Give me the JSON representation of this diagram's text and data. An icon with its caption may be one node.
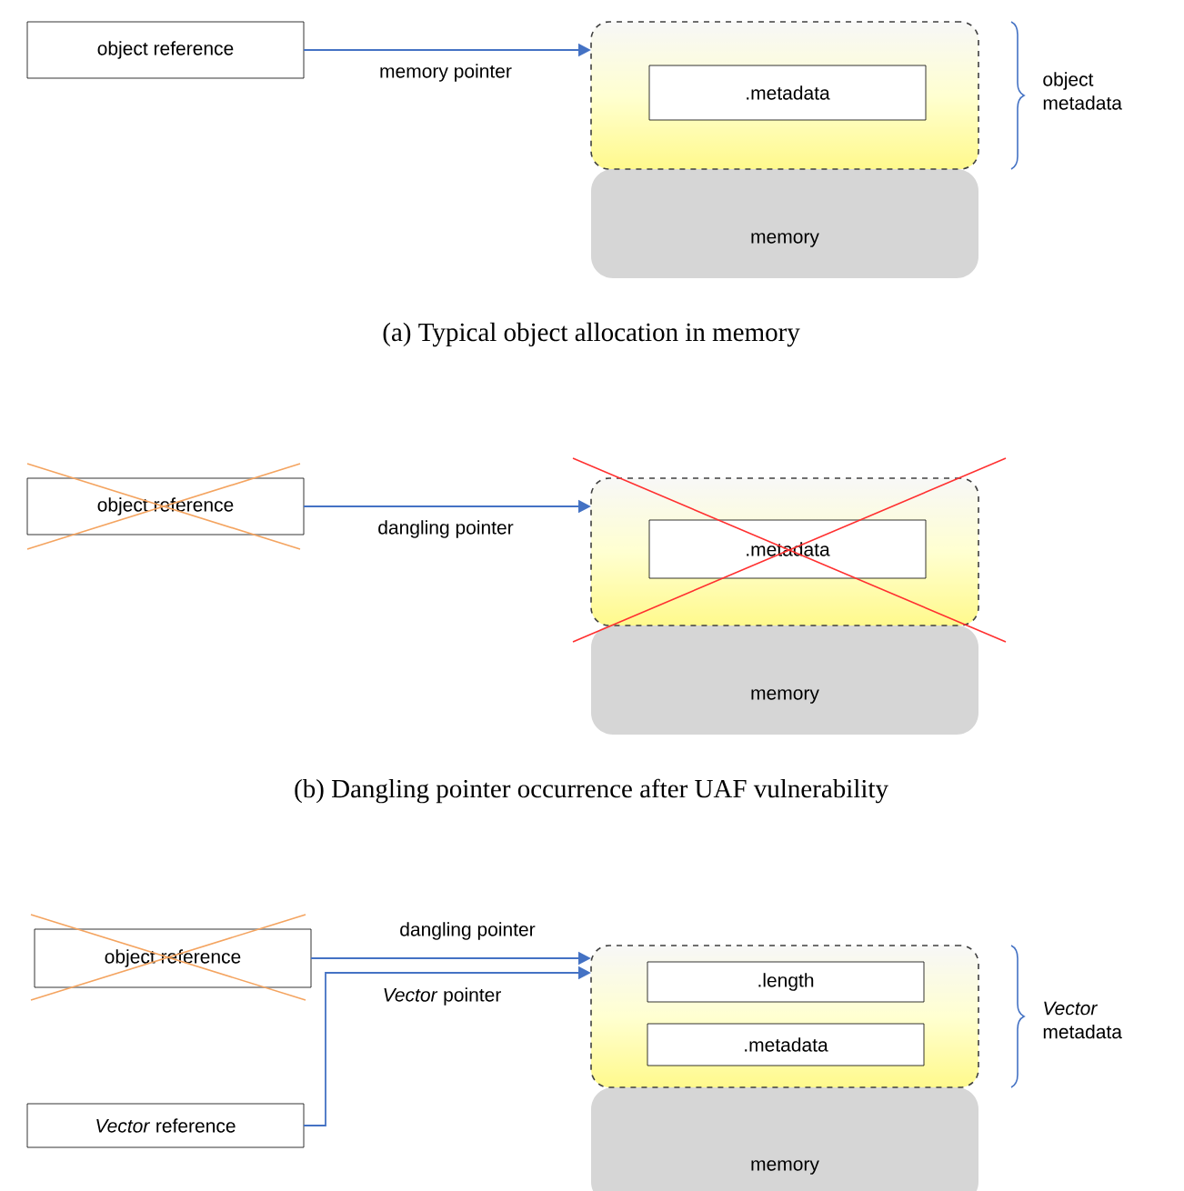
{
  "diagram": {
    "nodes": [
      {
        "text": [
          "object reference"
        ]
      },
      {
        "text": [
          "memory"
        ]
      },
      {
        "text": [],
        "shape": "box"
      },
      {
        "text": [
          ".metadata"
        ],
        "in": 2
      },
      {
        "text": [
          "object reference"
        ]
      },
      {
        "text": [
          "memory"
        ]
      },
      {
        "text": [],
        "shape": "box"
      },
      {
        "text": [
          ".metadata"
        ],
        "in": 6
      },
      {
        "text": [
          "object reference"
        ]
      },
      {
        "text": [
          "*Vector* reference"
        ]
      },
      {
        "text": [
          "memory"
        ]
      },
      {
        "text": [],
        "shape": "box"
      },
      {
        "text": [
          ".length"
        ],
        "in": 11
      },
      {
        "text": [
          ".metadata"
        ],
        "in": 11
      }
    ],
    "edges": [
      {
        "from": 0,
        "to": 2,
        "arrow": "to",
        "label": "memory pointer"
      },
      {
        "from": 4,
        "to": 6,
        "arrow": "to",
        "label": "dangling pointer"
      },
      {
        "from": 8,
        "to": 11,
        "arrow": "to",
        "label": "dangling pointer"
      },
      {
        "from": 9,
        "to": 11,
        "arrow": "to",
        "label": "*Vector* pointer"
      }
    ],
    "labels": [
      "object metadata",
      "(a) Typical object allocation in memory",
      "(b) Dangling pointer occurrence after UAF vulnerability",
      "*Vector* metadata"
    ]
  }
}
